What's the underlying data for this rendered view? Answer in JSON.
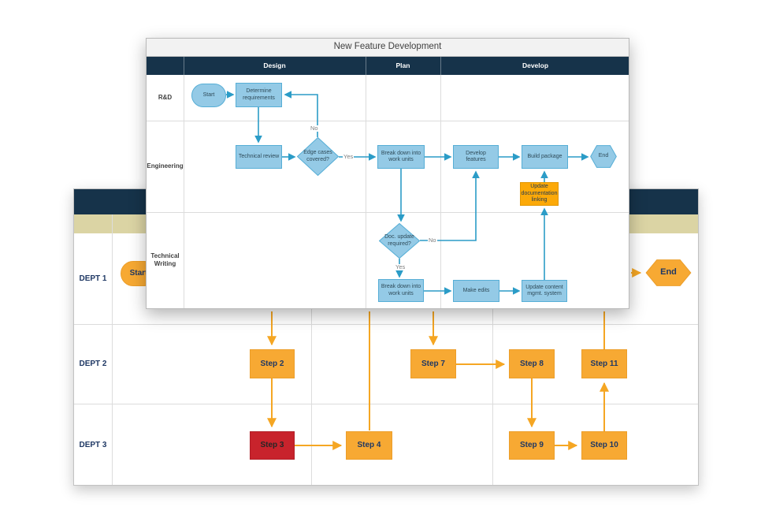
{
  "front_chart": {
    "title": "New Feature Development",
    "phases": [
      {
        "label": "Design"
      },
      {
        "label": "Plan"
      },
      {
        "label": "Develop"
      }
    ],
    "lanes": [
      {
        "label": "R&D"
      },
      {
        "label": "Engineering"
      },
      {
        "label": "Technical Writing"
      }
    ],
    "nodes": {
      "start": "Start",
      "determine_requirements": "Determine requirements",
      "technical_review": "Technical review",
      "edge_cases_covered": "Edge cases covered?",
      "break_down_work_units_eng": "Break down into work units",
      "develop_features": "Develop features",
      "build_package": "Build package",
      "end": "End",
      "update_documentation_linking": "Update documentation linking",
      "doc_update_required": "Doc. update required?",
      "break_down_work_units_tw": "Break down into work units",
      "make_edits": "Make edits",
      "update_content_mgmt": "Update content mgmt. system"
    },
    "branch_labels": {
      "edge_cases_no": "No",
      "edge_cases_yes": "Yes",
      "doc_update_no": "No",
      "doc_update_yes": "Yes"
    },
    "colors": {
      "header_navy": "#16334A",
      "title_bar_bg": "#F2F2F2",
      "shape_blue_fill": "#94CAE6",
      "shape_blue_border": "#56AED6",
      "connector_blue": "#2B9CC7",
      "highlight_orange_fill": "#FCA908"
    }
  },
  "back_chart": {
    "lanes": [
      {
        "label": "DEPT 1"
      },
      {
        "label": "DEPT 2"
      },
      {
        "label": "DEPT 3"
      }
    ],
    "nodes": {
      "start": "Start",
      "step2": "Step 2",
      "step3": "Step 3",
      "step4": "Step 4",
      "step7": "Step 7",
      "step8": "Step 8",
      "step9": "Step 9",
      "step10": "Step 10",
      "step11": "Step 11",
      "end": "End"
    },
    "colors": {
      "header_navy": "#16334A",
      "subheader_tan": "#DBD4A4",
      "step_orange_fill": "#F7A933",
      "step_red_fill": "#C8232C",
      "connector_orange": "#F5A623",
      "label_navy": "#1F3864"
    }
  }
}
